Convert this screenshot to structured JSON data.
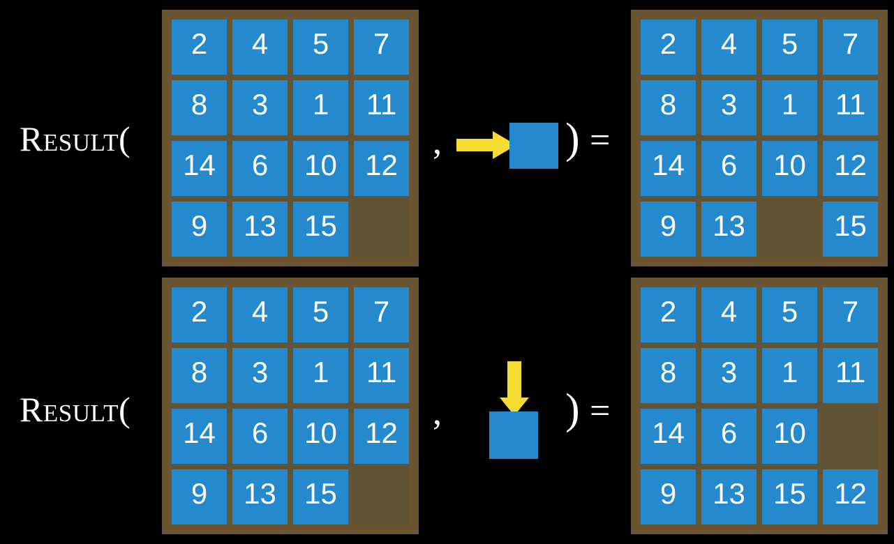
{
  "background_color": "#000000",
  "colors": {
    "board_frame": "#6b5432",
    "board_inner": "#615434",
    "tile": "#2589ce",
    "tile_text": "#ffffff",
    "arrow": "#f5dc32",
    "label_text": "#ffffff"
  },
  "rows": [
    {
      "id": "row-1",
      "label": "Result(",
      "comma": ",",
      "close_paren": ")",
      "equals": "=",
      "move_direction": "right",
      "move_arrow_icon": "arrow-right-icon",
      "input_board": {
        "name": "input-board-row-1",
        "grid": [
          [
            "2",
            "4",
            "5",
            "7"
          ],
          [
            "8",
            "3",
            "1",
            "11"
          ],
          [
            "14",
            "6",
            "10",
            "12"
          ],
          [
            "9",
            "13",
            "15",
            ""
          ]
        ]
      },
      "output_board": {
        "name": "output-board-row-1",
        "grid": [
          [
            "2",
            "4",
            "5",
            "7"
          ],
          [
            "8",
            "3",
            "1",
            "11"
          ],
          [
            "14",
            "6",
            "10",
            "12"
          ],
          [
            "9",
            "13",
            "",
            "15"
          ]
        ]
      }
    },
    {
      "id": "row-2",
      "label": "Result(",
      "comma": ",",
      "close_paren": ")",
      "equals": "=",
      "move_direction": "down",
      "move_arrow_icon": "arrow-down-icon",
      "input_board": {
        "name": "input-board-row-2",
        "grid": [
          [
            "2",
            "4",
            "5",
            "7"
          ],
          [
            "8",
            "3",
            "1",
            "11"
          ],
          [
            "14",
            "6",
            "10",
            "12"
          ],
          [
            "9",
            "13",
            "15",
            ""
          ]
        ]
      },
      "output_board": {
        "name": "output-board-row-2",
        "grid": [
          [
            "2",
            "4",
            "5",
            "7"
          ],
          [
            "8",
            "3",
            "1",
            "11"
          ],
          [
            "14",
            "6",
            "10",
            ""
          ],
          [
            "9",
            "13",
            "15",
            "12"
          ]
        ]
      }
    }
  ]
}
